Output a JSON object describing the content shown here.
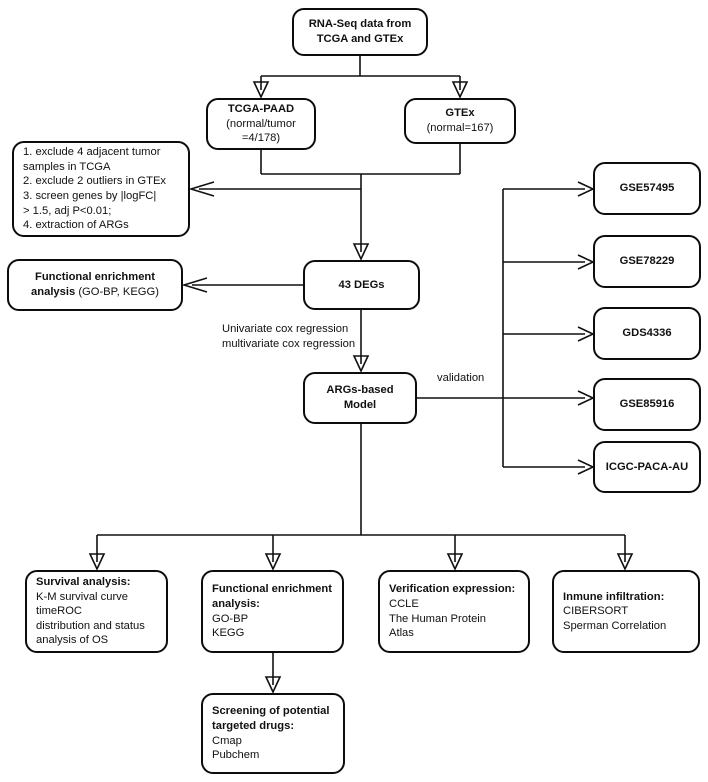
{
  "diagram": {
    "title": "ARGs-based prognostic model study workflow",
    "stroke_color": "#0c0c0c",
    "background": "#ffffff"
  },
  "nodes": {
    "source": {
      "lines": [
        "RNA-Seq data from",
        "TCGA and GTEx"
      ]
    },
    "tcga": {
      "lines": [
        "TCGA-PAAD",
        "(normal/tumor",
        "=4/178)"
      ]
    },
    "gtex": {
      "lines": [
        "GTEx",
        "(normal=167)"
      ]
    },
    "exclusion": {
      "lines": [
        "1. exclude 4 adjacent tumor",
        "samples in TCGA",
        "2. exclude 2 outliers in GTEx",
        "3. screen genes by  |logFC|",
        "> 1.5, adj P<0.01;",
        "4. extraction of ARGs"
      ]
    },
    "degs": {
      "lines": [
        "43 DEGs"
      ]
    },
    "functional_top": {
      "bold_lines": [
        "Functional enrichment"
      ],
      "mixed_line_bold": "analysis ",
      "mixed_line_plain": "(GO-BP, KEGG)"
    },
    "model": {
      "lines": [
        "ARGs-based",
        "Model"
      ]
    },
    "validation_sets": [
      {
        "label": "GSE57495"
      },
      {
        "label": "GSE78229"
      },
      {
        "label": "GDS4336"
      },
      {
        "label": "GSE85916"
      },
      {
        "label": "ICGC-PACA-AU"
      }
    ],
    "survival": {
      "heading": "Survival analysis:",
      "items": [
        "K-M survival curve",
        "timeROC",
        "distribution and status",
        "analysis of OS"
      ]
    },
    "functional_bottom": {
      "heading_line1": "Functional enrichment",
      "heading_line2": "analysis:",
      "items": [
        "GO-BP",
        "KEGG"
      ]
    },
    "verification": {
      "heading": "Verification expression:",
      "items": [
        "CCLE",
        "The Human Protein",
        "Atlas"
      ]
    },
    "immune": {
      "heading": "Inmune infiltration:",
      "items": [
        "CIBERSORT",
        "Sperman Correlation"
      ]
    },
    "drugs": {
      "heading_line1": "Screening of potential",
      "heading_line2": "targeted drugs:",
      "items": [
        "Cmap",
        "Pubchem"
      ]
    }
  },
  "edge_labels": {
    "cox": {
      "line1": "Univariate cox regression",
      "line2": "multivariate cox regression"
    },
    "validation": {
      "text": "validation"
    }
  }
}
